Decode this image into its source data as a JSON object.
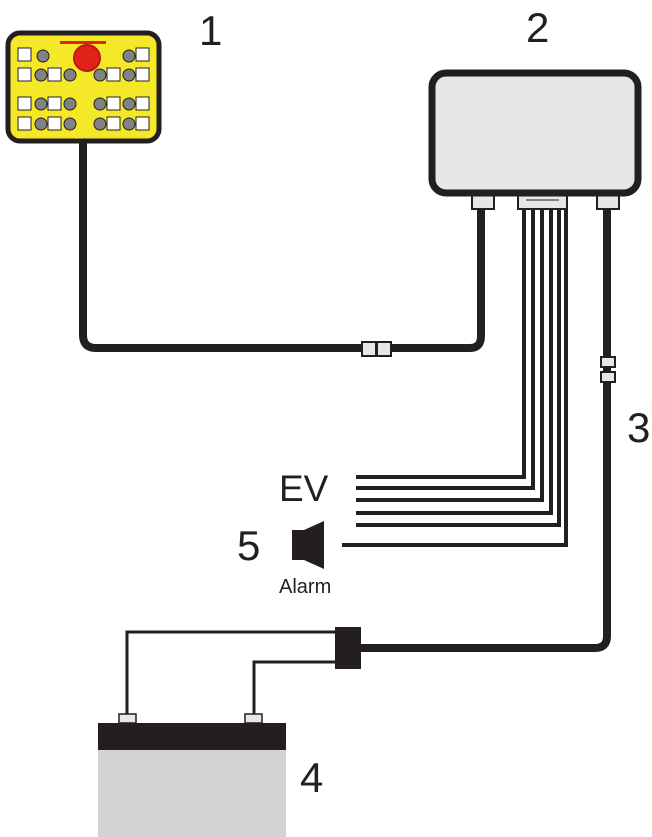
{
  "callouts": {
    "remote": "1",
    "control_unit": "2",
    "cable": "3",
    "battery": "4",
    "alarm": "5"
  },
  "labels": {
    "ev": "EV",
    "alarm": "Alarm"
  },
  "colors": {
    "remote_body": "#f5e829",
    "emergency_button": "#e2231a",
    "keypad_button": "#808285",
    "unit_body": "#e6e7e8",
    "battery_body": "#d1d3d4",
    "wire": "#231f20"
  },
  "icons": [
    "remote-control-icon",
    "control-unit-icon",
    "battery-icon",
    "alarm-horn-icon",
    "connector-icon"
  ]
}
